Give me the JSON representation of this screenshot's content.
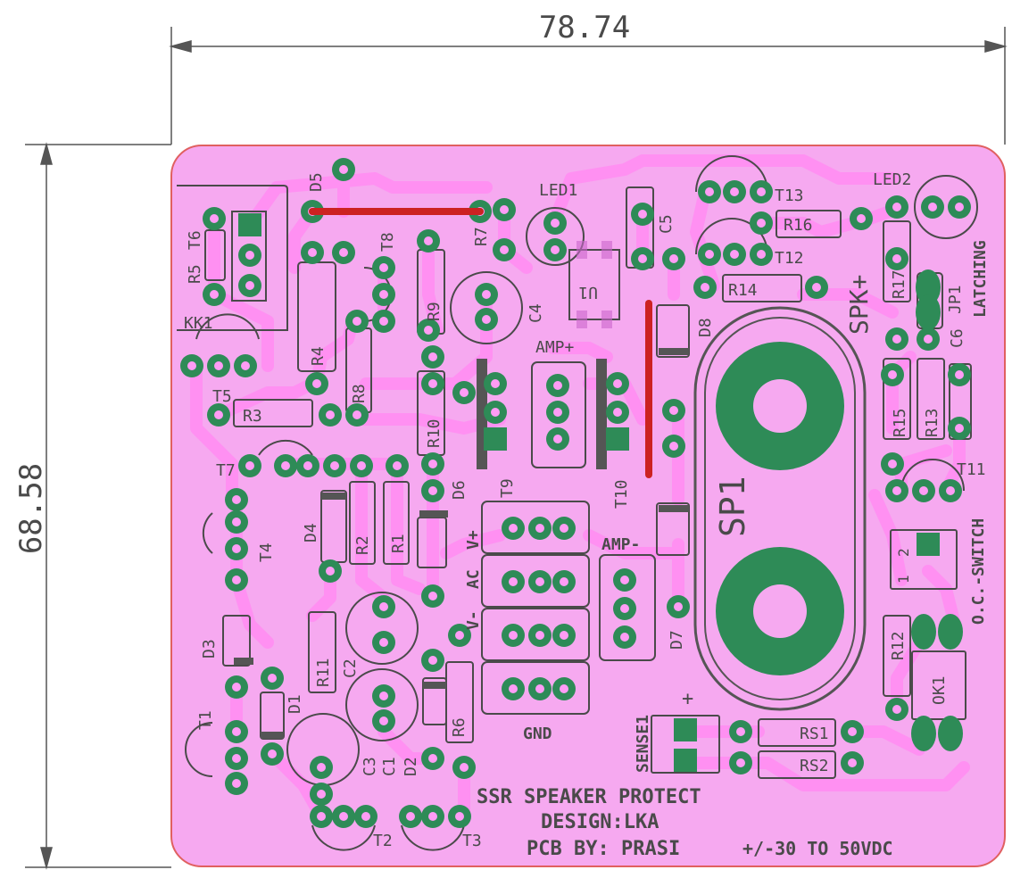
{
  "dimensions": {
    "width": "78.74",
    "height": "68.58"
  },
  "colors": {
    "board": "#f6a9f0",
    "copper": "#ff9cf5",
    "pad": "#2e8b57",
    "outline": "#e06060",
    "silk": "#4a4a4a",
    "jumper": "#cc2222",
    "dim": "#555555"
  },
  "title_lines": [
    "SSR SPEAKER PROTECT",
    "DESIGN:LKA",
    "PCB BY: PRASI",
    "+/-30 TO 50VDC"
  ],
  "labels": {
    "D5": "D5",
    "R7": "R7",
    "LED1": "LED1",
    "C5": "C5",
    "T13": "T13",
    "LED2": "LED2",
    "R16": "R16",
    "T12": "T12",
    "R5": "R5",
    "T6": "T6",
    "T8": "T8",
    "R9": "R9",
    "C4": "C4",
    "U1": "U1",
    "R14": "R14",
    "SPK": "SPK+",
    "R17": "R17",
    "JP1": "JP1",
    "LATCHING": "LATCHING",
    "KK1": "KK1",
    "R4": "R4",
    "AMPP": "AMP+",
    "D8": "D8",
    "C6": "C6",
    "T5": "T5",
    "R8": "R8",
    "R3": "R3",
    "R10": "R10",
    "R15": "R15",
    "R13": "R13",
    "T7": "T7",
    "D6": "D6",
    "T9": "T9",
    "T10": "T10",
    "SP1": "SP1",
    "T11": "T11",
    "D4": "D4",
    "R2": "R2",
    "R1": "R1",
    "VP": "V+",
    "T4": "T4",
    "AMPM": "AMP-",
    "OC": "O.C.-SWITCH",
    "AC": "AC",
    "D3": "D3",
    "R11": "R11",
    "C2": "C2",
    "VM": "V-",
    "D7": "D7",
    "R12": "R12",
    "OK1": "OK1",
    "D1": "D1",
    "R6": "R6",
    "GND": "GND",
    "SENSE1": "SENSE1",
    "RS1": "RS1",
    "RS2": "RS2",
    "T1": "T1",
    "C3": "C3",
    "C1": "C1",
    "D2": "D2",
    "T2": "T2",
    "T3": "T3",
    "plus": "+",
    "n1": "1",
    "n2": "2"
  }
}
